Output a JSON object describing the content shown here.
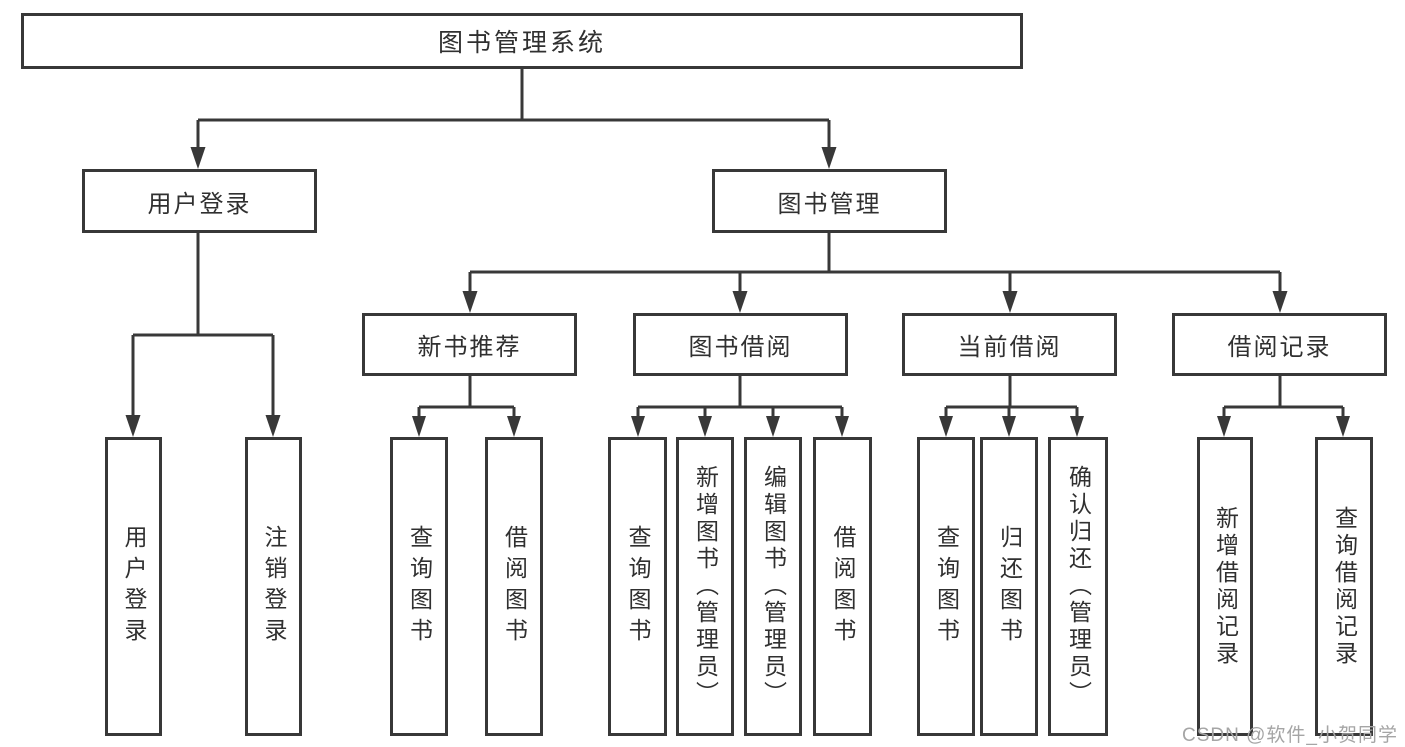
{
  "title": "图书管理系统",
  "level1": [
    {
      "label": "用户登录"
    },
    {
      "label": "图书管理"
    }
  ],
  "user_leaves": [
    "用户登录",
    "注销登录"
  ],
  "groups": [
    {
      "label": "新书推荐",
      "leaves": [
        "查询图书",
        "借阅图书"
      ]
    },
    {
      "label": "图书借阅",
      "leaves": [
        "查询图书",
        "新增图书（管理员）",
        "编辑图书（管理员）",
        "借阅图书"
      ]
    },
    {
      "label": "当前借阅",
      "leaves": [
        "查询图书",
        "归还图书",
        "确认归还（管理员）"
      ]
    },
    {
      "label": "借阅记录",
      "leaves": [
        "新增借阅记录",
        "查询借阅记录"
      ]
    }
  ],
  "watermark": "CSDN @软件_小贺同学",
  "colors": {
    "line": "#383838",
    "text": "#303030",
    "watermark": "#a5a5a5",
    "background": "#ffffff"
  }
}
